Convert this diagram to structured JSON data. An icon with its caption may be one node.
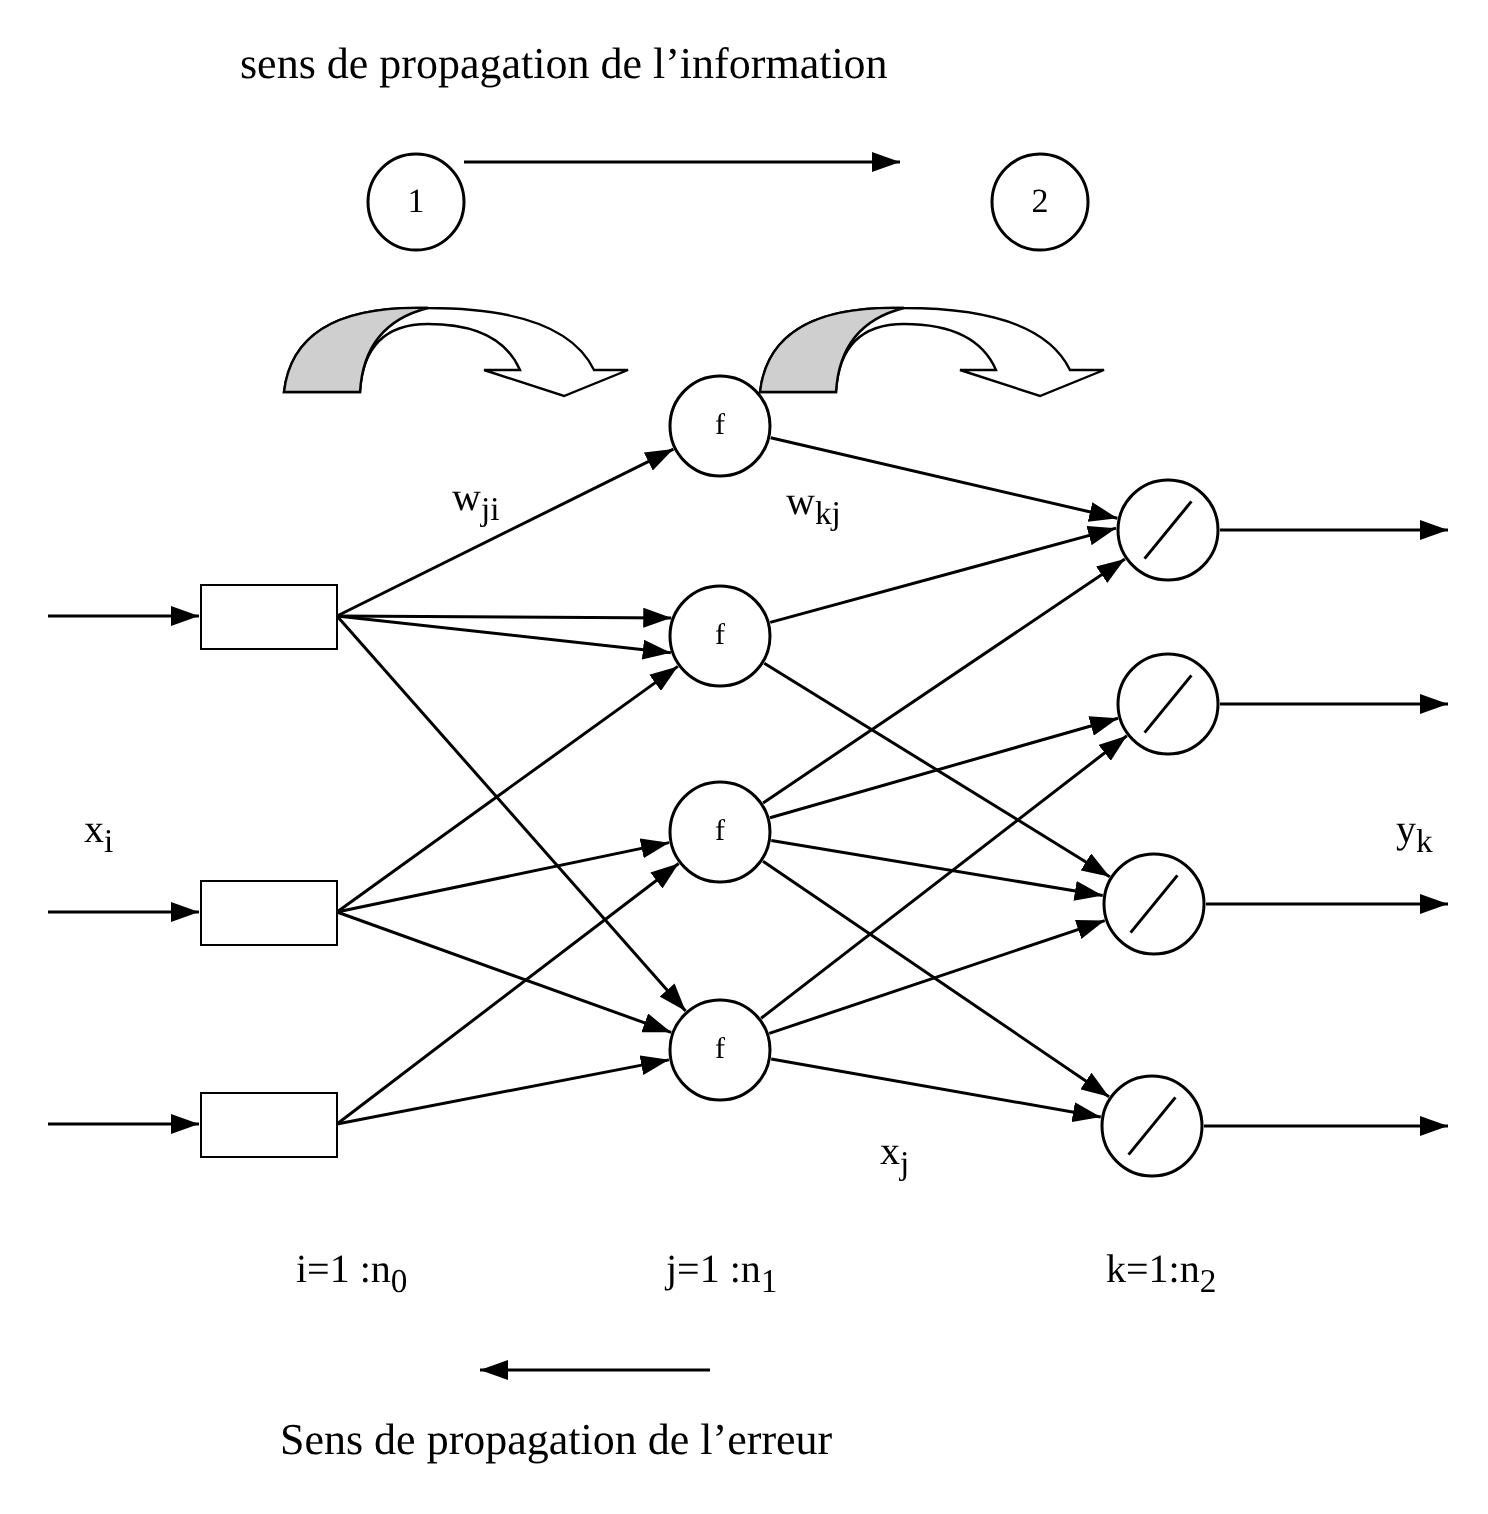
{
  "diagram": {
    "nodes": [
      {
        "text": [
          "1"
        ]
      },
      {
        "text": [
          "2"
        ]
      },
      {
        "text": [],
        "shape": "box"
      },
      {
        "text": [],
        "shape": "box"
      },
      {
        "text": [],
        "shape": "box"
      },
      {
        "text": [
          "f"
        ]
      },
      {
        "text": [
          "f"
        ]
      },
      {
        "text": [
          "f"
        ]
      },
      {
        "text": [
          "f"
        ]
      },
      {
        "text": [],
        "shape": "circle"
      },
      {
        "text": [],
        "shape": "circle"
      },
      {
        "text": [],
        "shape": "circle"
      },
      {
        "text": [],
        "shape": "circle"
      }
    ],
    "edges": [
      {
        "from": null,
        "to": 2,
        "arrow": "to"
      },
      {
        "from": null,
        "to": 3,
        "arrow": "to"
      },
      {
        "from": null,
        "to": 4,
        "arrow": "to"
      },
      {
        "from": 2,
        "to": 5,
        "arrow": "to"
      },
      {
        "from": 2,
        "to": 6,
        "arrow": "to"
      },
      {
        "from": 2,
        "to": 6,
        "arrow": "to"
      },
      {
        "from": 2,
        "to": 8,
        "arrow": "to"
      },
      {
        "from": 3,
        "to": 6,
        "arrow": "to"
      },
      {
        "from": 3,
        "to": 7,
        "arrow": "to"
      },
      {
        "from": 3,
        "to": 8,
        "arrow": "to"
      },
      {
        "from": 4,
        "to": 7,
        "arrow": "to"
      },
      {
        "from": 4,
        "to": 8,
        "arrow": "to"
      },
      {
        "from": 5,
        "to": 9,
        "arrow": "to"
      },
      {
        "from": 6,
        "to": 9,
        "arrow": "to"
      },
      {
        "from": 6,
        "to": 11,
        "arrow": "to"
      },
      {
        "from": 7,
        "to": 9,
        "arrow": "to"
      },
      {
        "from": 7,
        "to": 10,
        "arrow": "to"
      },
      {
        "from": 7,
        "to": 11,
        "arrow": "to"
      },
      {
        "from": 7,
        "to": 12,
        "arrow": "to"
      },
      {
        "from": 8,
        "to": 10,
        "arrow": "to"
      },
      {
        "from": 8,
        "to": 11,
        "arrow": "to"
      },
      {
        "from": 8,
        "to": 12,
        "arrow": "to"
      },
      {
        "from": 9,
        "to": null,
        "arrow": "to"
      },
      {
        "from": 10,
        "to": null,
        "arrow": "to"
      },
      {
        "from": 11,
        "to": null,
        "arrow": "to"
      },
      {
        "from": 12,
        "to": null,
        "arrow": "to"
      }
    ],
    "labels": [
      "sens de propagation de l’information",
      "w$_{ji}$",
      "w$_{kj}$",
      "x$_{i}$",
      "y$_{k}$",
      "x$_{j}$",
      "i=1 :n$_{0}$",
      "j=1 :n$_{1}$",
      "k=1:n$_{2}$",
      "Sens de propagation de l’erreur"
    ]
  }
}
